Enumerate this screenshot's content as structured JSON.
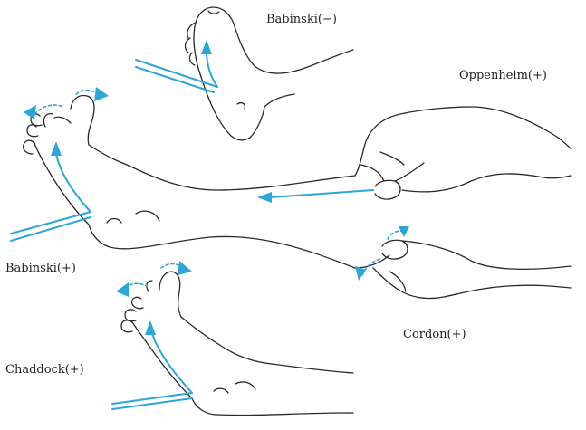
{
  "figure": {
    "labels": {
      "babinski_negative": "Babinski(−)",
      "oppenheim_positive": "Oppenheim(+)",
      "babinski_positive": "Babinski(+)",
      "cordon_positive": "Cordon(+)",
      "chaddock_positive": "Chaddock(+)"
    }
  },
  "colors": {
    "arrow": "#2aa7d8",
    "line": "#2a2a2a",
    "background": "#ffffff"
  }
}
